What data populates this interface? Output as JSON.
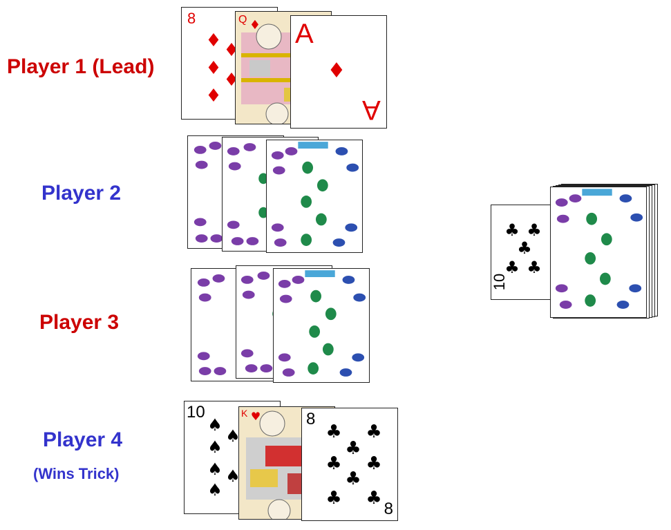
{
  "players": [
    {
      "label": "Player 1 (Lead)",
      "note": ""
    },
    {
      "label": "Player 2",
      "note": ""
    },
    {
      "label": "Player 3",
      "note": ""
    },
    {
      "label": "Player 4",
      "note": "(Wins Trick)"
    }
  ],
  "colors": {
    "red_label": "#cc0000",
    "blue_label": "#3333cc",
    "red_suit": "#e00000",
    "black_suit": "#000000"
  },
  "hands": {
    "player1": [
      {
        "rank": "8",
        "suit": "diamonds",
        "glyph": "♦"
      },
      {
        "rank": "Q",
        "suit": "diamonds",
        "glyph": "♦"
      },
      {
        "rank": "A",
        "suit": "diamonds",
        "glyph": "♦"
      }
    ],
    "player2": [
      "card-back",
      "card-back",
      "card-back"
    ],
    "player3": [
      "card-back",
      "card-back",
      "card-back"
    ],
    "player4": [
      {
        "rank": "10",
        "suit": "spades",
        "glyph": "♠"
      },
      {
        "rank": "K",
        "suit": "hearts",
        "glyph": "♥"
      },
      {
        "rank": "8",
        "suit": "clubs",
        "glyph": "♣"
      }
    ]
  },
  "table": {
    "upcard": {
      "rank": "10",
      "suit": "clubs",
      "glyph": "♣"
    },
    "stock": "card-back"
  }
}
